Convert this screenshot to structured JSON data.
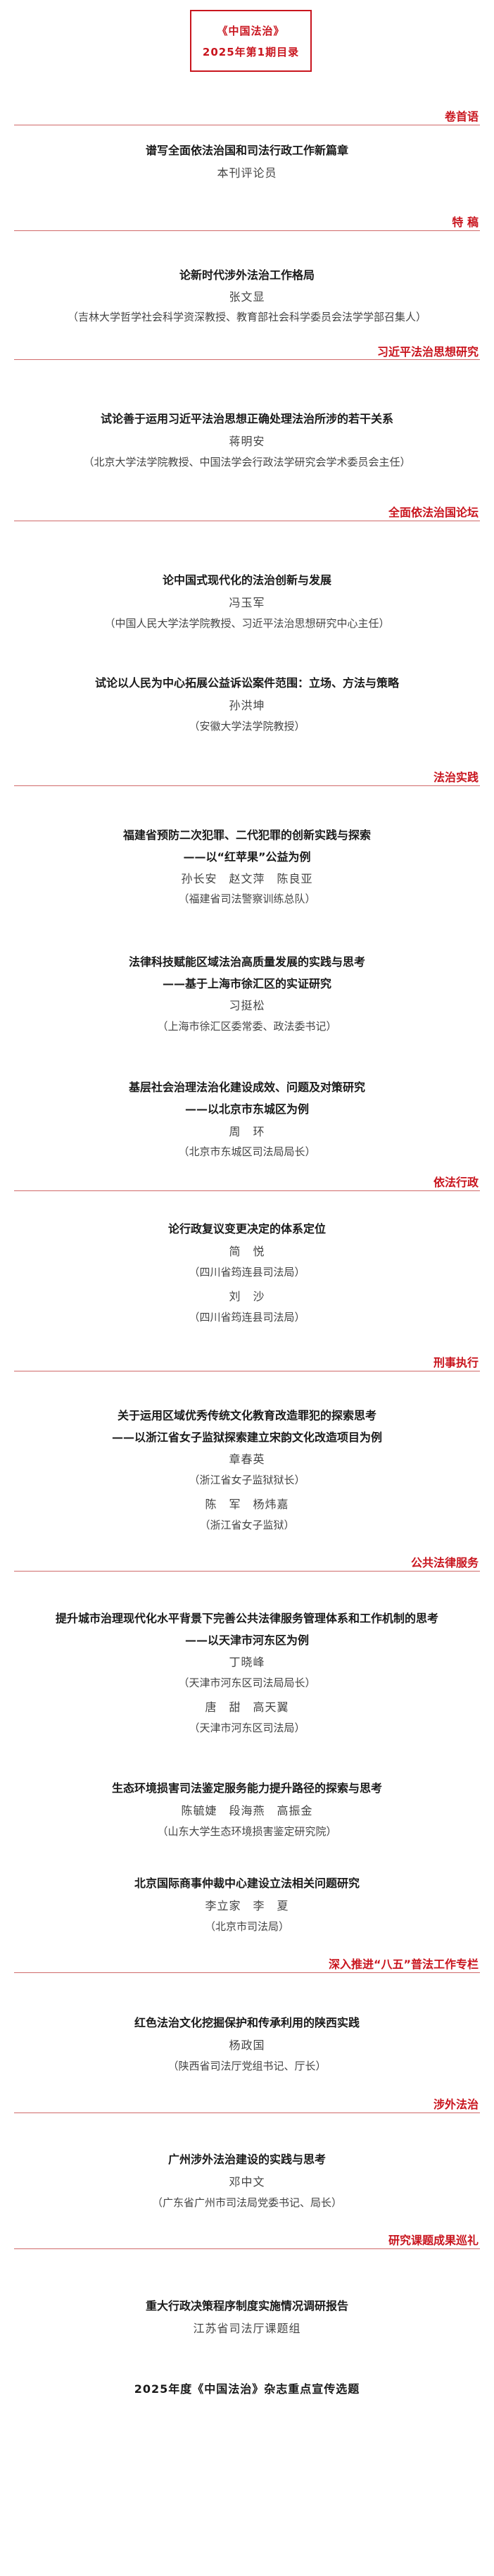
{
  "header": {
    "magazine": "《中国法治》",
    "issue": "2025年第1期目录"
  },
  "sections": [
    {
      "label": "卷首语",
      "articles": [
        {
          "title": "谱写全面依法治国和司法行政工作新篇章",
          "authors": [
            "本刊评论员"
          ]
        }
      ]
    },
    {
      "label": "特  稿",
      "articles": [
        {
          "title": "论新时代涉外法治工作格局",
          "authors": [
            "张文显"
          ],
          "affiliations": [
            "（吉林大学哲学社会科学资深教授、教育部社会科学委员会法学学部召集人）"
          ]
        }
      ]
    },
    {
      "label": "习近平法治思想研究",
      "articles": [
        {
          "title": "试论善于运用习近平法治思想正确处理法治所涉的若干关系",
          "authors": [
            "蒋明安"
          ],
          "affiliations": [
            "（北京大学法学院教授、中国法学会行政法学研究会学术委员会主任）"
          ]
        }
      ]
    },
    {
      "label": "全面依法治国论坛",
      "articles": [
        {
          "title": "论中国式现代化的法治创新与发展",
          "authors": [
            "冯玉军"
          ],
          "affiliations": [
            "（中国人民大学法学院教授、习近平法治思想研究中心主任）"
          ]
        },
        {
          "title": "试论以人民为中心拓展公益诉讼案件范围：立场、方法与策略",
          "authors": [
            "孙洪坤"
          ],
          "affiliations": [
            "（安徽大学法学院教授）"
          ]
        }
      ]
    },
    {
      "label": "法治实践",
      "articles": [
        {
          "title": "福建省预防二次犯罪、二代犯罪的创新实践与探索",
          "subtitle": "——以“红苹果”公益为例",
          "authors": [
            "孙长安　赵文萍　陈良亚"
          ],
          "affiliations": [
            "（福建省司法警察训练总队）"
          ]
        },
        {
          "title": "法律科技赋能区域法治高质量发展的实践与思考",
          "subtitle": "——基于上海市徐汇区的实证研究",
          "authors": [
            "习挺松"
          ],
          "affiliations": [
            "（上海市徐汇区委常委、政法委书记）"
          ]
        },
        {
          "title": "基层社会治理法治化建设成效、问题及对策研究",
          "subtitle": "——以北京市东城区为例",
          "authors": [
            "周　环"
          ],
          "affiliations": [
            "（北京市东城区司法局局长）"
          ]
        }
      ]
    },
    {
      "label": "依法行政",
      "articles": [
        {
          "title": "论行政复议变更决定的体系定位",
          "authors": [
            "简　悦",
            "刘　沙"
          ],
          "affiliations": [
            "（四川省筠连县司法局）",
            "（四川省筠连县司法局）"
          ]
        }
      ]
    },
    {
      "label": "刑事执行",
      "articles": [
        {
          "title": "关于运用区域优秀传统文化教育改造罪犯的探索思考",
          "subtitle": "——以浙江省女子监狱探索建立宋韵文化改造项目为例",
          "authors": [
            "章春英",
            "陈　军　杨炜嘉"
          ],
          "affiliations": [
            "（浙江省女子监狱狱长）",
            "（浙江省女子监狱）"
          ]
        }
      ]
    },
    {
      "label": "公共法律服务",
      "articles": [
        {
          "title": "提升城市治理现代化水平背景下完善公共法律服务管理体系和工作机制的思考",
          "subtitle": "——以天津市河东区为例",
          "authors": [
            "丁晓峰",
            "唐　甜　高天翼"
          ],
          "affiliations": [
            "（天津市河东区司法局局长）",
            "（天津市河东区司法局）"
          ]
        },
        {
          "title": "生态环境损害司法鉴定服务能力提升路径的探索与思考",
          "authors": [
            "陈毓婕　段海燕　高振金"
          ],
          "affiliations": [
            "（山东大学生态环境损害鉴定研究院）"
          ]
        },
        {
          "title": "北京国际商事仲裁中心建设立法相关问题研究",
          "authors": [
            "李立家　李　夏"
          ],
          "affiliations": [
            "（北京市司法局）"
          ]
        }
      ]
    },
    {
      "label": "深入推进“八五”普法工作专栏",
      "articles": [
        {
          "title": "红色法治文化挖掘保护和传承利用的陕西实践",
          "authors": [
            "杨政国"
          ],
          "affiliations": [
            "（陕西省司法厅党组书记、厅长）"
          ]
        }
      ]
    },
    {
      "label": "涉外法治",
      "articles": [
        {
          "title": "广州涉外法治建设的实践与思考",
          "authors": [
            "邓中文"
          ],
          "affiliations": [
            "（广东省广州市司法局党委书记、局长）"
          ]
        }
      ]
    },
    {
      "label": "研究课题成果巡礼",
      "articles": [
        {
          "title": "重大行政决策程序制度实施情况调研报告",
          "authors": [
            "江苏省司法厅课题组"
          ]
        }
      ]
    }
  ],
  "footer": {
    "title": "2025年度《中国法治》杂志重点宣传选题"
  }
}
